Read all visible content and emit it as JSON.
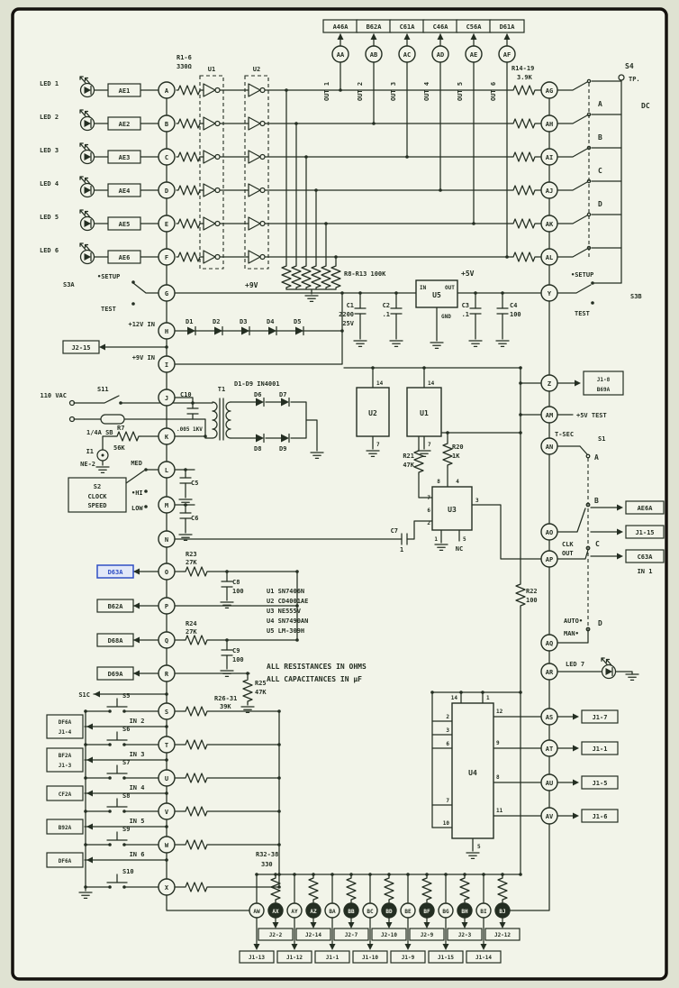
{
  "colors": {
    "ink": "#242e22",
    "paper": "#f2f4e9",
    "accent_blue": "#2f4fc4"
  },
  "top": {
    "boxes": [
      "A46A",
      "B62A",
      "C61A",
      "C46A",
      "C56A",
      "D61A"
    ],
    "nodes": [
      "AA",
      "AB",
      "AC",
      "AD",
      "AE",
      "AF"
    ],
    "outs": [
      "OUT 1",
      "OUT 2",
      "OUT 3",
      "OUT 4",
      "OUT 5",
      "OUT 6"
    ]
  },
  "left": {
    "led_labels": [
      "LED 1",
      "LED 2",
      "LED 3",
      "LED 4",
      "LED 5",
      "LED 6"
    ],
    "led_boxes": [
      "AE1",
      "AE2",
      "AE3",
      "AE4",
      "AE5",
      "AE6"
    ],
    "nodes": [
      "A",
      "B",
      "C",
      "D",
      "E",
      "F",
      "G",
      "H",
      "I",
      "J",
      "K",
      "L",
      "M",
      "N",
      "O",
      "P",
      "Q",
      "R",
      "S",
      "T",
      "U",
      "V",
      "W",
      "X"
    ],
    "out_boxes": [
      "D63A",
      "B62A",
      "D68A",
      "D69A"
    ],
    "in_boxes": [
      [
        "DF6A",
        "J1-4"
      ],
      [
        "BF2A",
        "J1-3"
      ],
      [
        "CF2A"
      ],
      [
        "B92A"
      ],
      [
        "DF6A"
      ]
    ],
    "in_labels": [
      "IN 2",
      "IN 3",
      "IN 4",
      "IN 5",
      "IN 6"
    ],
    "switches": [
      "S5",
      "S6",
      "S7",
      "S8",
      "S9",
      "S10"
    ],
    "s1c": "S1C",
    "j2_15": "J2-15"
  },
  "right": {
    "nodes": [
      "AG",
      "AH",
      "AI",
      "AJ",
      "AK",
      "AL"
    ],
    "mid_nodes": [
      "Y",
      "Z",
      "AM",
      "AN",
      "AO",
      "AP",
      "AQ",
      "AR",
      "AS",
      "AT",
      "AU",
      "AV"
    ],
    "s4": "S4",
    "tp": "TP.",
    "dc": "DC",
    "s4_pos": [
      "A",
      "B",
      "C",
      "D"
    ],
    "s1_pos": [
      "A",
      "B",
      "C",
      "D"
    ],
    "t_sec": "T-SEC",
    "s1": "S1",
    "plus5test": "+5V TEST",
    "z_box": [
      "J1-8",
      "B69A"
    ],
    "ae6a": "AE6A",
    "j1_15": "J1-15",
    "c63a": "C63A",
    "in1": "IN 1",
    "clk": "CLK",
    "out": "OUT",
    "auto": "AUTO•",
    "man": "MAN•",
    "led7": "LED 7",
    "u4_boxes": [
      "J1-7",
      "J1-1",
      "J1-5",
      "J1-6"
    ],
    "r14_19": [
      "R14-19",
      "3.9K"
    ],
    "r22": [
      "R22",
      "100"
    ]
  },
  "power": {
    "p9v": "+9V",
    "p5v": "+5V",
    "setup_l": "•SETUP",
    "s3a": "S3A",
    "test_l": "TEST",
    "setup_r": "•SETUP",
    "s3b": "S3B",
    "test_r": "TEST",
    "c1": [
      "C1",
      "2200",
      "25V"
    ],
    "c2": [
      "C2",
      ".1"
    ],
    "c3": [
      "C3",
      ".1"
    ],
    "c4": [
      "C4",
      "100"
    ],
    "u5": "U5",
    "u5_in": "IN",
    "u5_out": "OUT",
    "u5_gnd": "GND",
    "p12": "+12V IN",
    "p9in": "+9V IN",
    "diodes": [
      "D1",
      "D2",
      "D3",
      "D4",
      "D5"
    ],
    "dnote": "D1-D9 IN4001"
  },
  "ac": {
    "s11": "S11",
    "vac": "110 VAC",
    "fuse": "1/4A SB",
    "t1": "T1",
    "c10": [
      "C10",
      ".005 1KV"
    ],
    "bridge": [
      "D6",
      "D7",
      "D8",
      "D9"
    ],
    "r7": [
      "R7",
      "56K"
    ],
    "i1": "I1",
    "ne2": "NE-2"
  },
  "speed": {
    "med": "MED",
    "s2": "S2",
    "line1": "CLOCK",
    "line2": "SPEED",
    "hi": "•HI",
    "low": "LOW",
    "c5": "C5",
    "c6": "C6"
  },
  "center": {
    "r1_6": [
      "R1-6",
      "330Ω"
    ],
    "u1": "U1",
    "u2": "U2",
    "r8_13": "R8-R13 100K",
    "u2c": "U2",
    "u1c": "U1",
    "p14": "14",
    "p7": "7",
    "r23": [
      "R23",
      "27K"
    ],
    "c8": [
      "C8",
      "100"
    ],
    "r24": [
      "R24",
      "27K"
    ],
    "c9": [
      "C9",
      "100"
    ],
    "r25": [
      "R25",
      "47K"
    ],
    "r26_31": [
      "R26-31",
      "39K"
    ],
    "r20": [
      "R20",
      "1K"
    ],
    "r21": [
      "R21",
      "47K"
    ],
    "u3": "U3",
    "c7": [
      "C7",
      "1"
    ],
    "nc": "NC",
    "u3_pins": {
      "t1": "8",
      "t2": "4",
      "r1": "3",
      "l1": "7",
      "l2": "6",
      "l3": "2",
      "b1": "1",
      "b2": "5"
    },
    "u4": "U4",
    "u4_pins": {
      "t1": "14",
      "t2": "1",
      "l1": "2",
      "l2": "3",
      "l3": "6",
      "l4": "7",
      "l5": "10",
      "r1": "12",
      "r2": "9",
      "r3": "8",
      "r4": "11",
      "b1": "5"
    },
    "notes": [
      "U1 SN7406N",
      "U2 CD4001AE",
      "U3 NE555V",
      "U4 SN7490AN",
      "U5 LM-309H"
    ],
    "units": [
      "ALL RESISTANCES IN OHMS",
      "ALL CAPACITANCES IN µF"
    ]
  },
  "bottom": {
    "r32_38": [
      "R32-38",
      "330"
    ],
    "nodes": [
      "AW",
      "AX",
      "AY",
      "AZ",
      "BA",
      "BB",
      "BC",
      "BD",
      "BE",
      "BF",
      "BG",
      "BH",
      "BI",
      "BJ"
    ],
    "j2": [
      "J2-2",
      "J2-14",
      "J2-7",
      "J2-10",
      "J2-9",
      "J2-3",
      "J2-12"
    ],
    "j1": [
      "J1-13",
      "J1-12",
      "J1-1",
      "J1-10",
      "J1-9",
      "J1-15",
      "J1-14"
    ]
  }
}
